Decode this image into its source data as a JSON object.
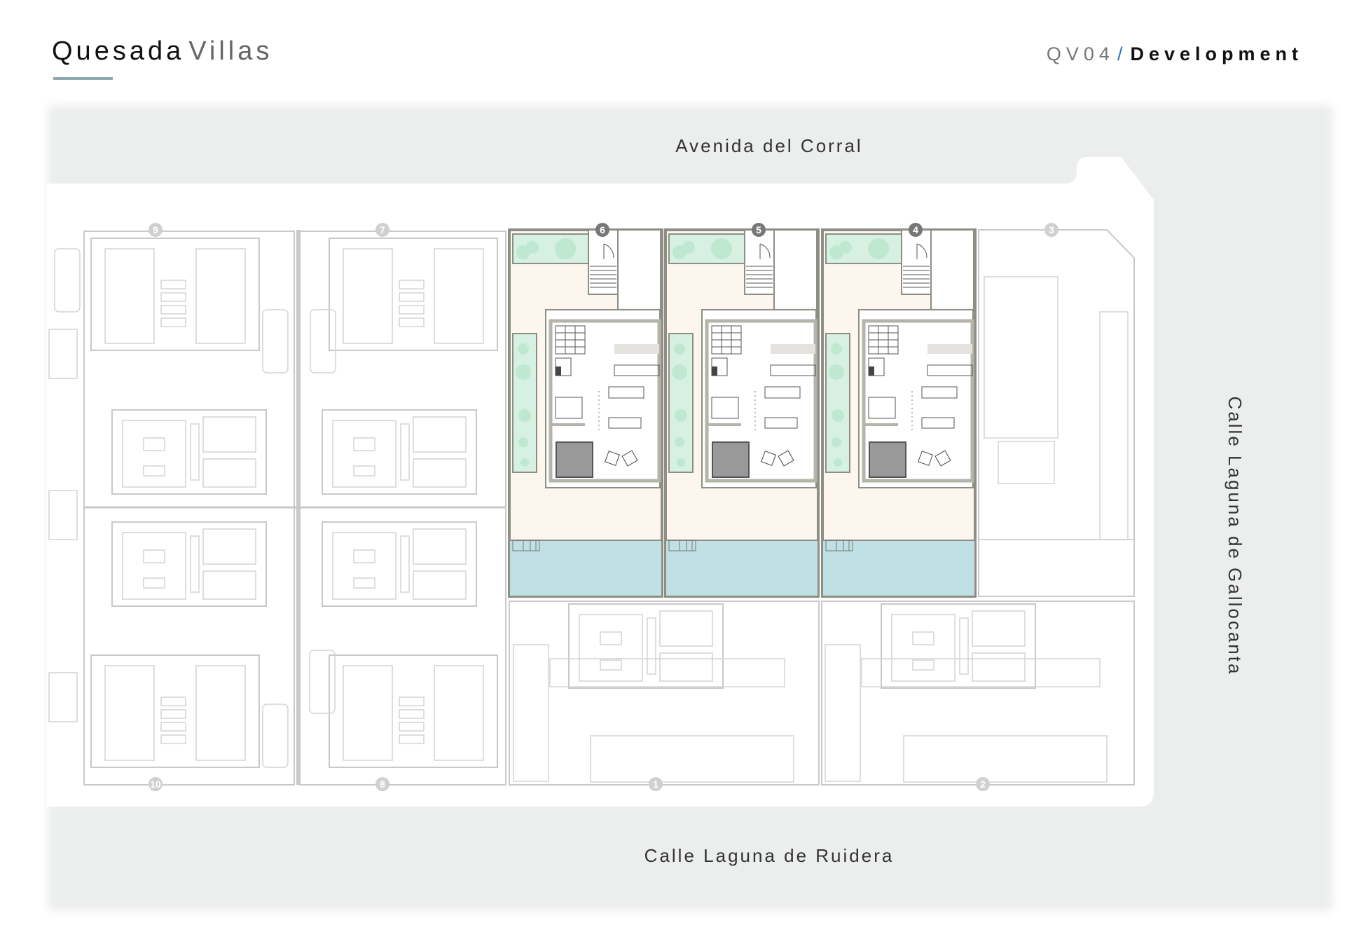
{
  "header": {
    "brand_primary": "Quesada",
    "brand_secondary": "Villas",
    "project_code": "QV04",
    "separator": "/",
    "section": "Development"
  },
  "streets": {
    "top": "Avenida del Corral",
    "bottom": "Calle Laguna de Ruidera",
    "right": "Calle Laguna de Gallocanta"
  },
  "plots": {
    "highlighted": [
      "6",
      "5",
      "4"
    ],
    "other_top": [
      "9",
      "7",
      "3"
    ],
    "other_bottom": [
      "10",
      "8",
      "1",
      "2"
    ]
  },
  "colors": {
    "road": "#eceeed",
    "garden": "#d6f1e1",
    "terrace": "#fdf6ee",
    "pool": "#bfe0e4",
    "accent": "#2f74b5",
    "underline": "#8fa9b2"
  }
}
